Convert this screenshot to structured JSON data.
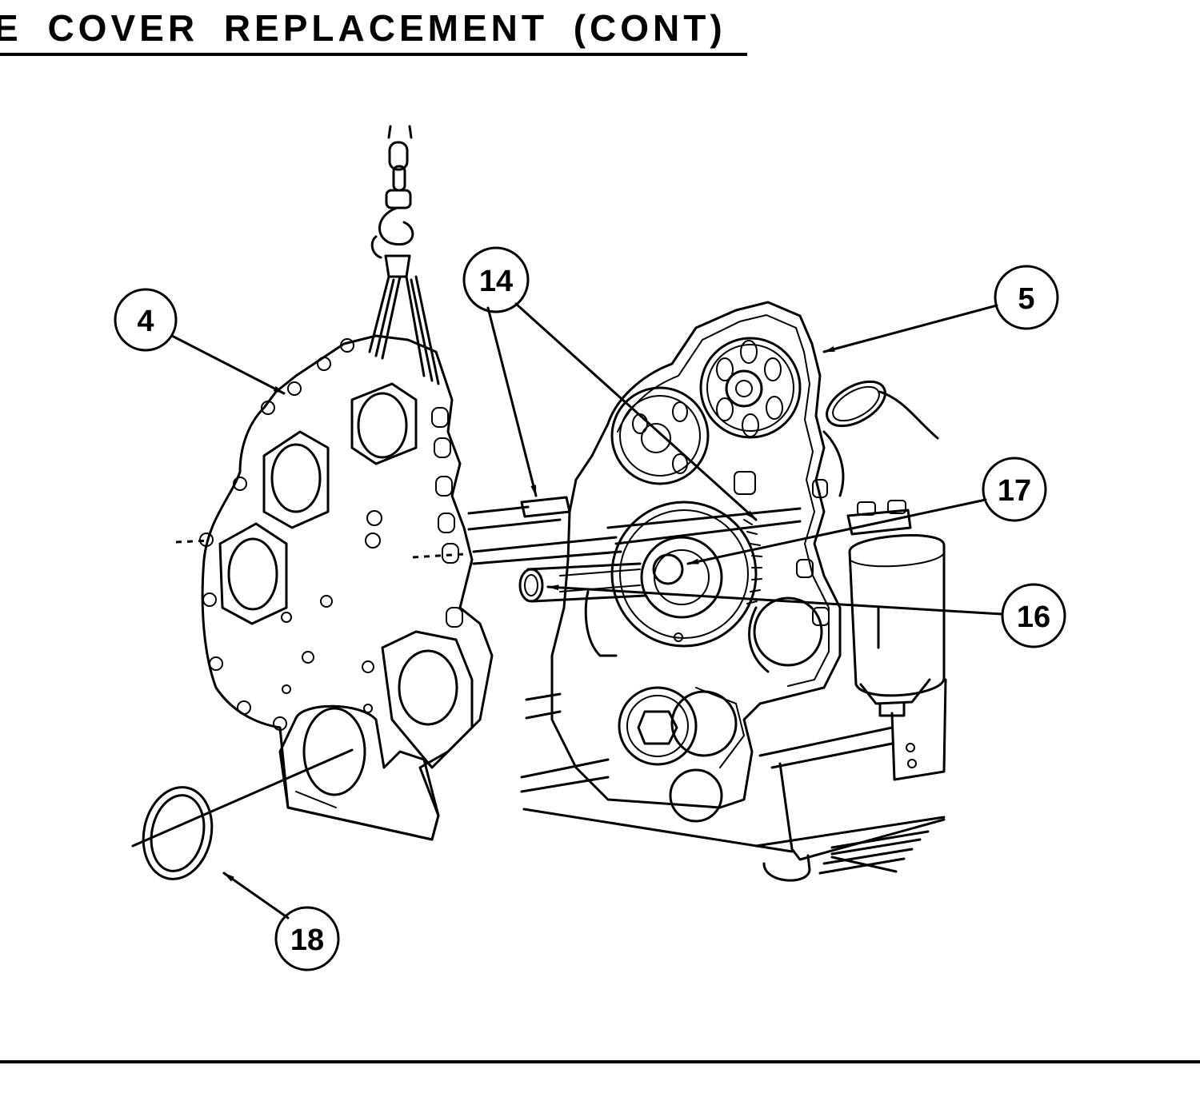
{
  "header": {
    "title": "E COVER REPLACEMENT (CONT)"
  },
  "colors": {
    "ink": "#000000",
    "paper": "#ffffff"
  },
  "callouts": [
    {
      "id": "callout-4",
      "label": "4"
    },
    {
      "id": "callout-14",
      "label": "14"
    },
    {
      "id": "callout-5",
      "label": "5"
    },
    {
      "id": "callout-17",
      "label": "17"
    },
    {
      "id": "callout-16",
      "label": "16"
    },
    {
      "id": "callout-18",
      "label": "18"
    }
  ]
}
